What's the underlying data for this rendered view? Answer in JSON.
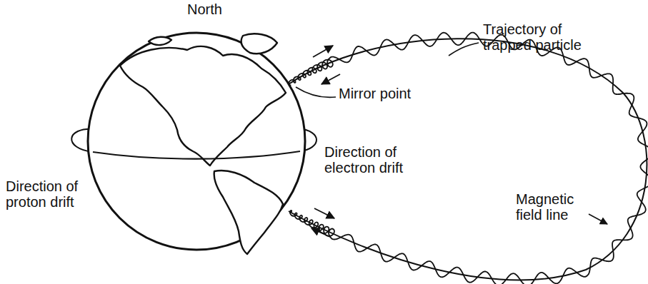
{
  "diagram": {
    "labels": [
      "North",
      "Trajectory of trapped particle",
      "Mirror point",
      "Direction of electron drift",
      "Direction of proton drift",
      "Magnetic field line"
    ]
  }
}
